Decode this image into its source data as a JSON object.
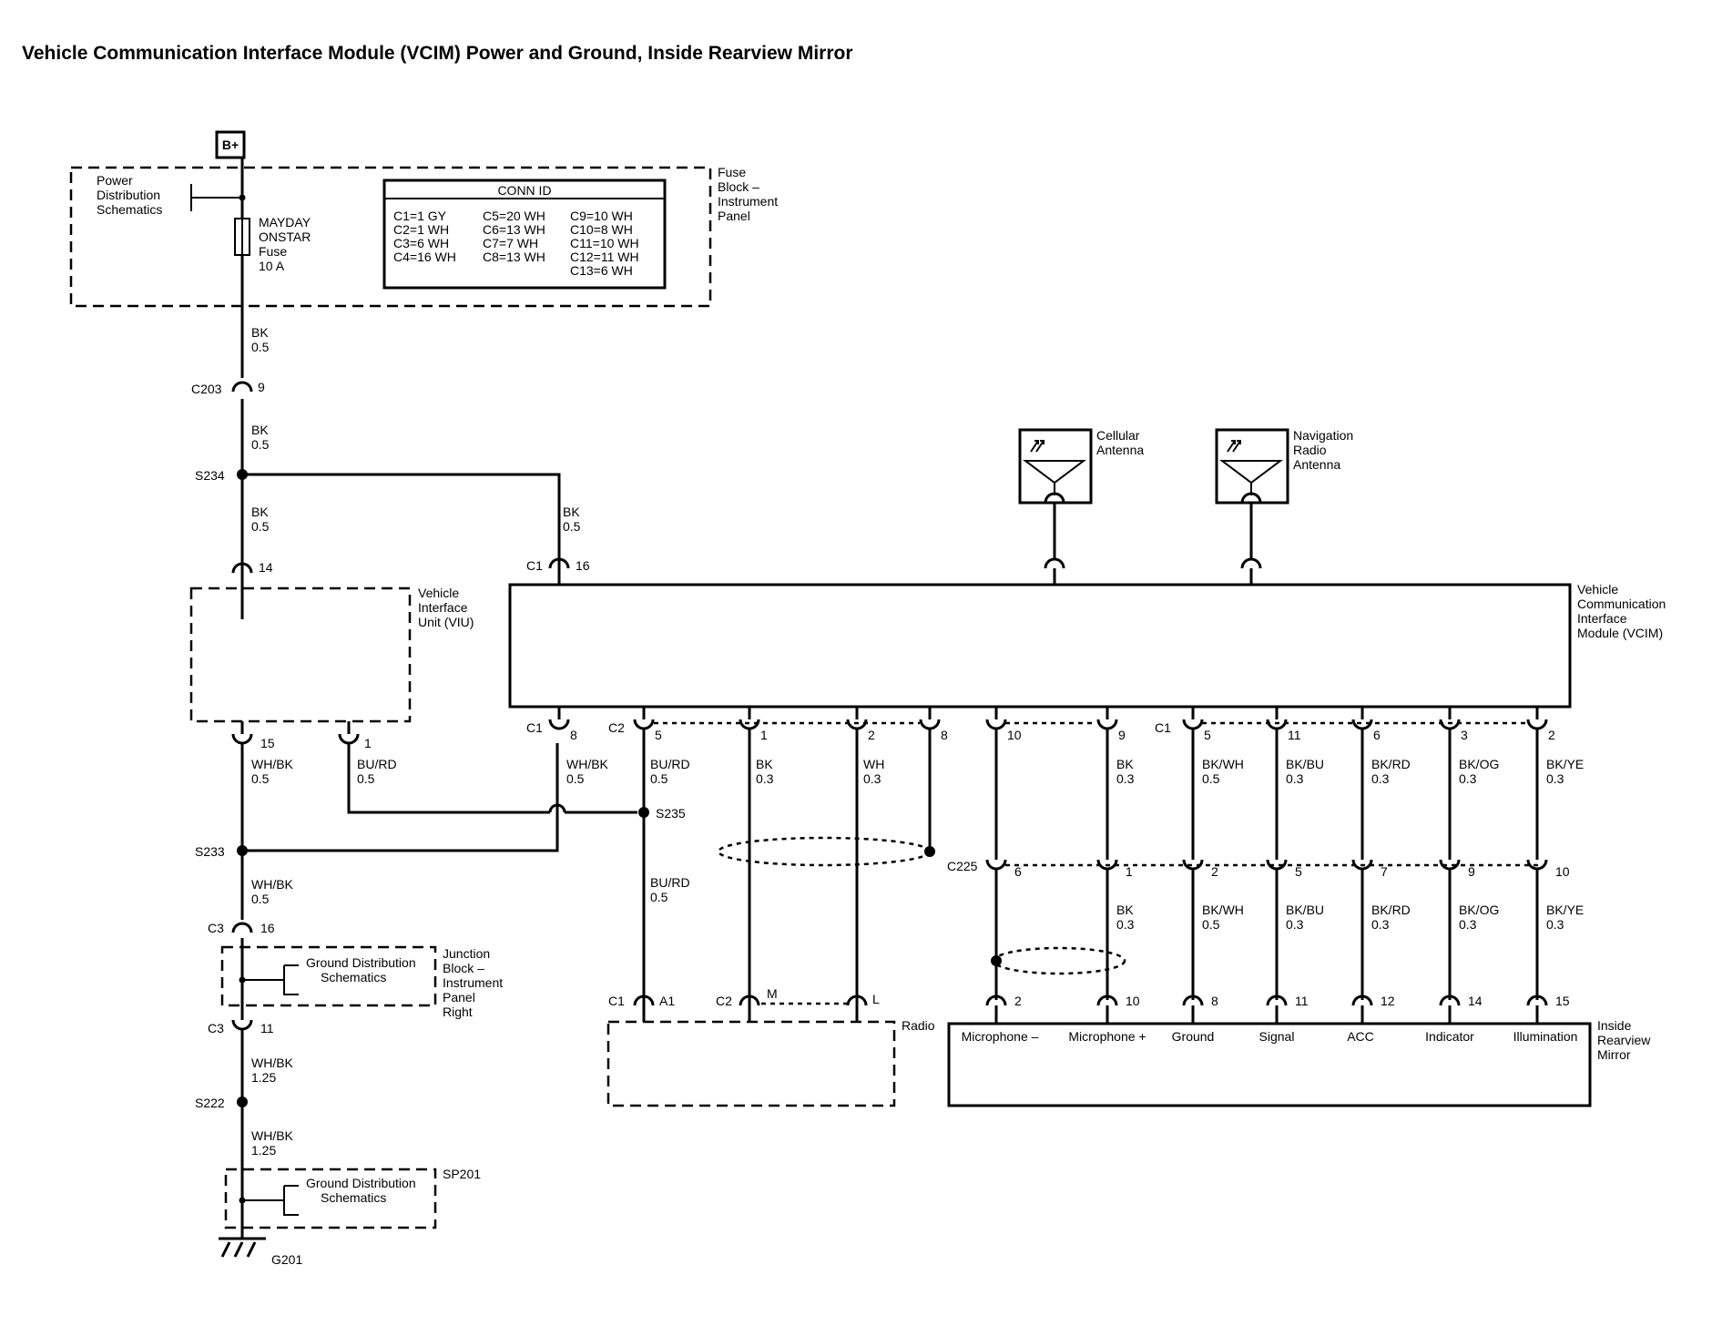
{
  "title": "Vehicle Communication Interface Module (VCIM) Power and Ground, Inside Rearview Mirror",
  "power": "B+",
  "fuse_block": {
    "name": [
      "Fuse",
      "Block –",
      "Instrument",
      "Panel"
    ],
    "power_ref": [
      "Power",
      "Distribution",
      "Schematics"
    ],
    "fuse": [
      "MAYDAY",
      "ONSTAR",
      "Fuse",
      "10 A"
    ]
  },
  "conn_id": {
    "header": "CONN ID",
    "col1": [
      "C1=1 GY",
      "C2=1 WH",
      "C3=6 WH",
      "C4=16 WH"
    ],
    "col2": [
      "C5=20 WH",
      "C6=13 WH",
      "C7=7 WH",
      "C8=13 WH"
    ],
    "col3": [
      "C9=10 WH",
      "C10=8 WH",
      "C11=10 WH",
      "C12=11 WH",
      "C13=6 WH"
    ]
  },
  "splices": {
    "s234": "S234",
    "s233": "S233",
    "s235": "S235",
    "s222": "S222",
    "c203": "C203",
    "c203_pin": "9"
  },
  "wires": {
    "bk05": [
      "BK",
      "0.5"
    ],
    "whbk05": [
      "WH/BK",
      "0.5"
    ],
    "burd05": [
      "BU/RD",
      "0.5"
    ],
    "bk03": [
      "BK",
      "0.3"
    ],
    "wh03": [
      "WH",
      "0.3"
    ],
    "bkwh05": [
      "BK/WH",
      "0.5"
    ],
    "bkbu03": [
      "BK/BU",
      "0.3"
    ],
    "bkrd03": [
      "BK/RD",
      "0.3"
    ],
    "bkog03": [
      "BK/OG",
      "0.3"
    ],
    "bkye03": [
      "BK/YE",
      "0.3"
    ],
    "whbk125": [
      "WH/BK",
      "1.25"
    ]
  },
  "viu": {
    "name": [
      "Vehicle",
      "Interface",
      "Unit (VIU)"
    ],
    "pin_top": "14",
    "pin_b1": "15",
    "pin_b2": "1"
  },
  "vcim": {
    "name": [
      "Vehicle",
      "Communication",
      "Interface",
      "Module (VCIM)"
    ],
    "top_conn": "C1",
    "top_pin": "16",
    "c1": "C1",
    "c2": "C2",
    "pins": [
      "8",
      "5",
      "1",
      "2",
      "8",
      "10",
      "9",
      "5",
      "11",
      "6",
      "3",
      "2"
    ]
  },
  "antennas": {
    "cellular": [
      "Cellular",
      "Antenna"
    ],
    "navigation": [
      "Navigation",
      "Radio",
      "Antenna"
    ]
  },
  "c225": {
    "label": "C225",
    "pins": [
      "6",
      "1",
      "2",
      "5",
      "7",
      "9",
      "10"
    ]
  },
  "junction_block": {
    "c3": "C3",
    "pin_top": "16",
    "pin_bottom": "11",
    "ground_ref": [
      "Ground Distribution",
      "Schematics"
    ],
    "name": [
      "Junction",
      "Block –",
      "Instrument",
      "Panel",
      "Right"
    ]
  },
  "sp201": {
    "label": "SP201",
    "ground_ref": [
      "Ground Distribution",
      "Schematics"
    ],
    "ground": "G201"
  },
  "radio": {
    "name": "Radio",
    "c1": "C1",
    "pin_a1": "A1",
    "c2": "C2",
    "pin_m": "M",
    "pin_l": "L"
  },
  "mirror": {
    "name": [
      "Inside",
      "Rearview",
      "Mirror"
    ],
    "pins": [
      "2",
      "10",
      "8",
      "11",
      "12",
      "14",
      "15"
    ],
    "functions": [
      "Microphone –",
      "Microphone +",
      "Ground",
      "Signal",
      "ACC",
      "Indicator",
      "Illumination"
    ]
  }
}
